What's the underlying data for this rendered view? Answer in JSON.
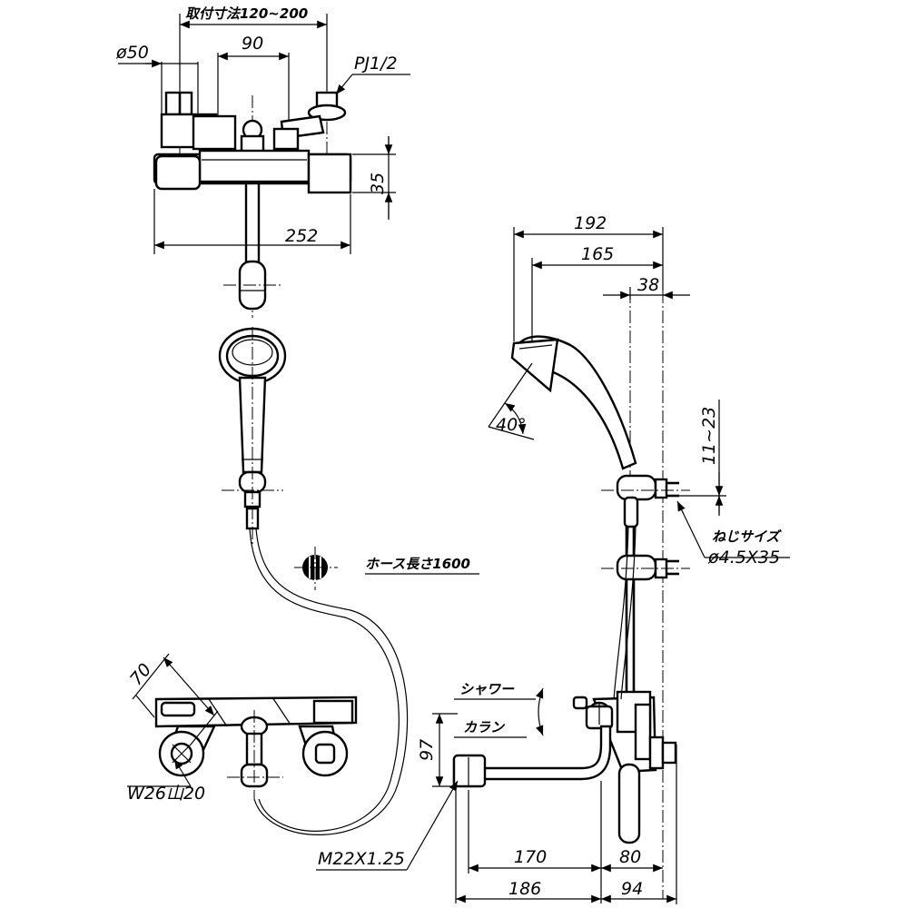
{
  "dimensions": {
    "mount_range": "取付寸法120~200",
    "dia_50": "ø50",
    "d_90": "90",
    "pj": "PJ1/2",
    "d_35": "35",
    "d_252": "252",
    "d_192": "192",
    "d_165": "165",
    "d_38": "38",
    "angle_40": "40°",
    "d_11_23": "11~23",
    "screw_size_label": "ねじサイズ",
    "screw_size": "ø4.5X35",
    "hose_length": "ホース長さ1600",
    "d_70": "70",
    "w26": "W26山20",
    "shower": "シャワー",
    "karan": "カラン",
    "d_97": "97",
    "m22": "M22X1.25",
    "d_170": "170",
    "d_80": "80",
    "d_186": "186",
    "d_94": "94"
  }
}
